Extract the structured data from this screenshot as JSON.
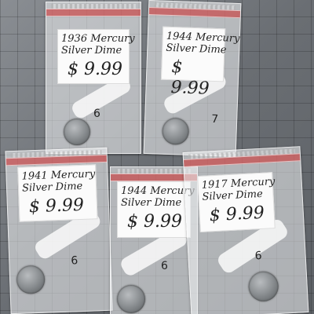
{
  "bags": [
    {
      "id": "1936",
      "year_line": "1936 Mercury",
      "type_line": "Silver Dime",
      "price": "$ 9.99",
      "mark": "6"
    },
    {
      "id": "1944a",
      "year_line": "1944 Mercury",
      "type_line": "Silver Dime",
      "price": "$ 9.99",
      "mark": "7"
    },
    {
      "id": "1941",
      "year_line": "1941 Mercury",
      "type_line": "Silver Dime",
      "price": "$ 9.99",
      "mark": "6"
    },
    {
      "id": "1944b",
      "year_line": "1944 Mercury",
      "type_line": "Silver Dime",
      "price": "$ 9.99",
      "mark": "6"
    },
    {
      "id": "1917",
      "year_line": "1917 Mercury",
      "type_line": "Silver Dime",
      "price": "$ 9.99",
      "mark": "6"
    }
  ]
}
